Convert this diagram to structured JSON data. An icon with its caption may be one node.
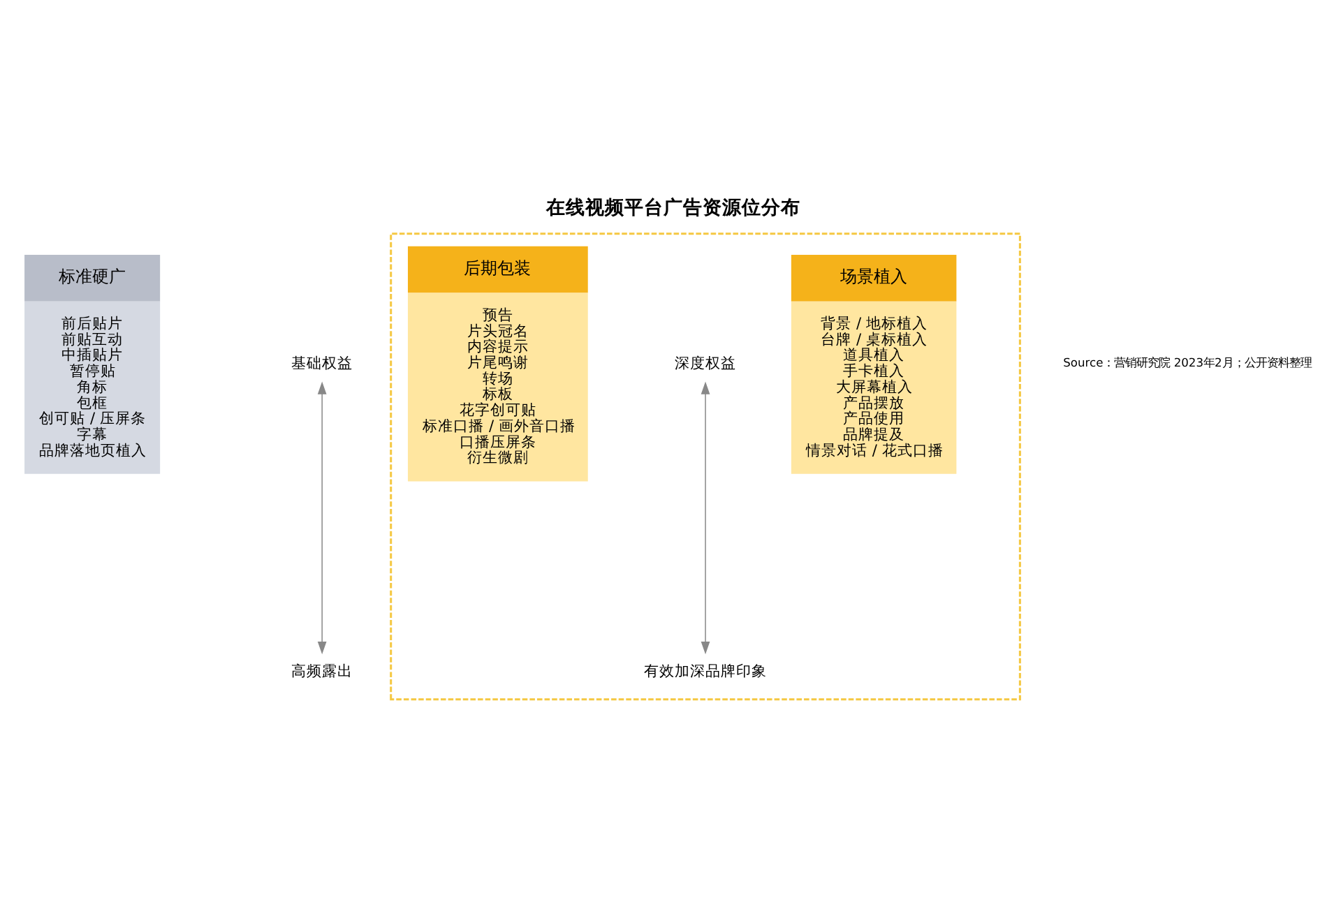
{
  "diagram": {
    "title": "在线视频平台广告资源位分布",
    "caption": "Source：营销研究院 2023年2月；公开资料整理",
    "nodes": [
      {
        "text": [
          "标准硬广",
          "前后贴片",
          "前贴互动",
          "中插贴片",
          "暂停贴",
          "角标",
          "包框",
          "创可贴 / 压屏条",
          "字幕",
          "品牌落地页植入"
        ]
      },
      {
        "text": [
          "基础权益"
        ]
      },
      {
        "text": [
          "高频露出"
        ]
      },
      {
        "text": [],
        "shape": "box"
      },
      {
        "text": [
          "场景植入",
          "背景 / 地标植入",
          "台牌 / 桌标植入",
          "道具植入",
          "手卡植入",
          "大屏幕植入",
          "产品摆放",
          "产品使用",
          "品牌提及",
          "情景对话 / 花式口播"
        ],
        "in": 3
      },
      {
        "text": [
          "深度权益"
        ],
        "in": 3
      },
      {
        "text": [
          "有效加深品牌印象"
        ],
        "in": 3
      },
      {
        "text": [
          "后期包装",
          "预告",
          "片头冠名",
          "内容提示",
          "片尾鸣谢",
          "转场",
          "标板",
          "花字创可贴",
          "标准口播 / 画外音口播",
          "口播压屏条",
          "衍生微剧"
        ],
        "in": 3
      }
    ],
    "edges": [
      {
        "from": 1,
        "to": 2,
        "arrow": "both"
      },
      {
        "from": 5,
        "to": 6,
        "arrow": "both"
      }
    ]
  }
}
